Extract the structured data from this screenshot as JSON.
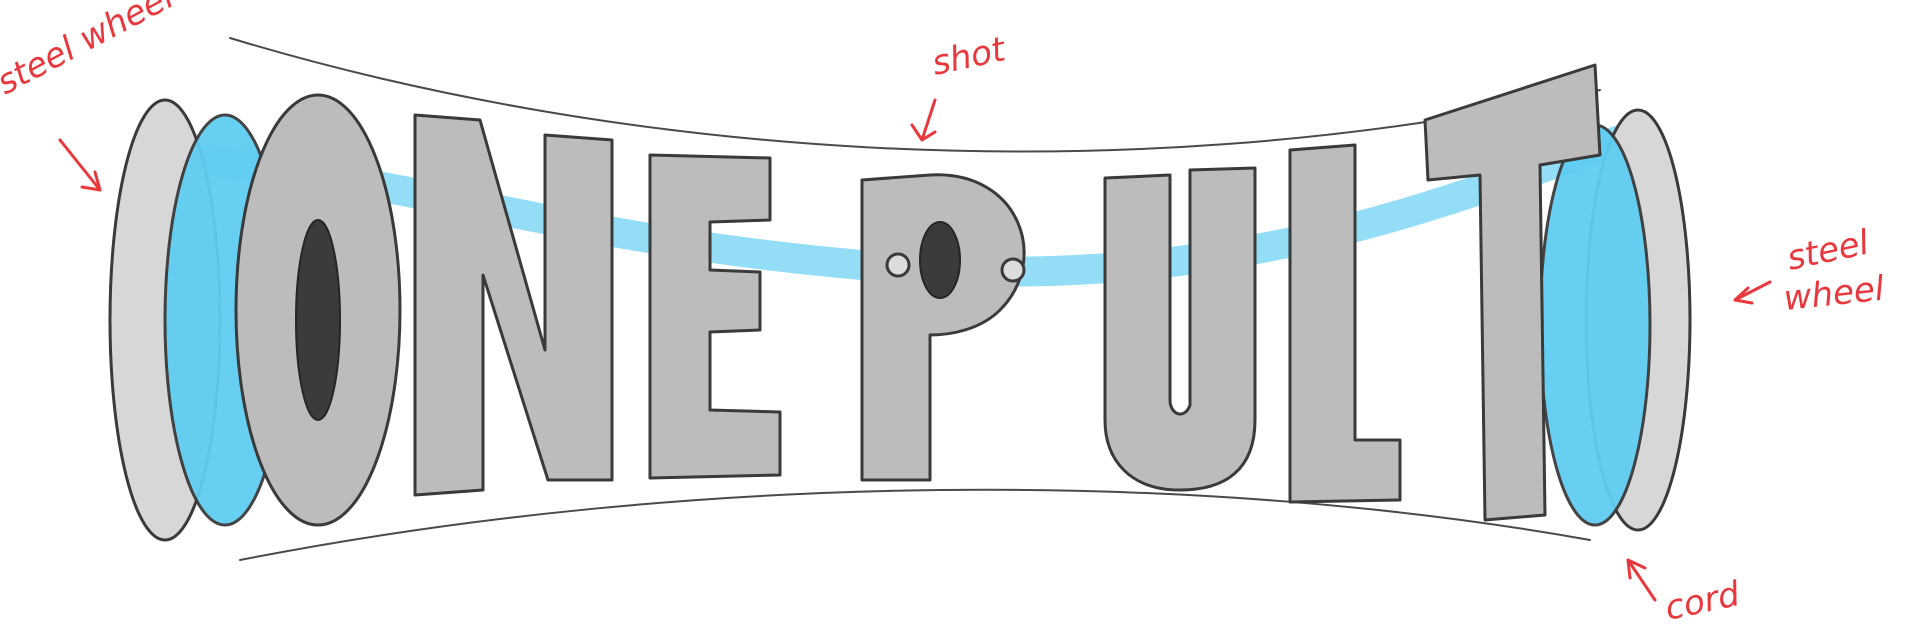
{
  "sketch": {
    "word_letters": [
      "O",
      "N",
      "E",
      "P",
      "U",
      "L",
      "T"
    ],
    "colors": {
      "letters": "#bcbcbc",
      "outline": "#3a3a3a",
      "cord": "#6fd3f3",
      "wheel_blue": "#5fcdf2",
      "wheel_grey": "#d7d7d7",
      "annotation": "#e8383d"
    }
  },
  "annotations": {
    "steel_wheel_left": "steel wheel",
    "shot": "shot",
    "steel_wheel_right_line1": "steel",
    "steel_wheel_right_line2": "wheel",
    "cord": "cord"
  }
}
